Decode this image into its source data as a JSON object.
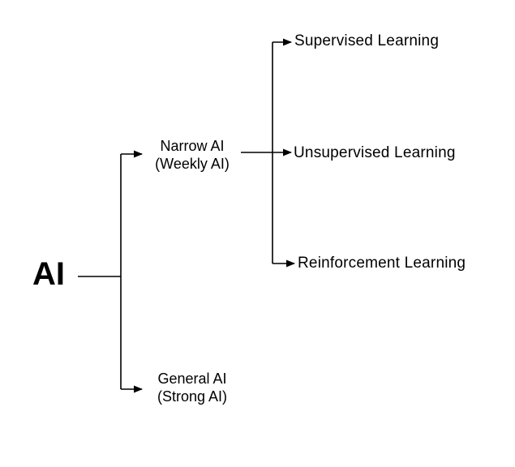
{
  "root": {
    "label": "AI"
  },
  "branches": [
    {
      "line1": "Narrow AI",
      "line2": "(Weekly AI)",
      "children": [
        "Supervised Learning",
        "Unsupervised Learning",
        "Reinforcement Learning"
      ]
    },
    {
      "line1": "General AI",
      "line2": "(Strong AI)"
    }
  ],
  "colors": {
    "line": "#000000",
    "text": "#000000",
    "background": "#ffffff"
  }
}
